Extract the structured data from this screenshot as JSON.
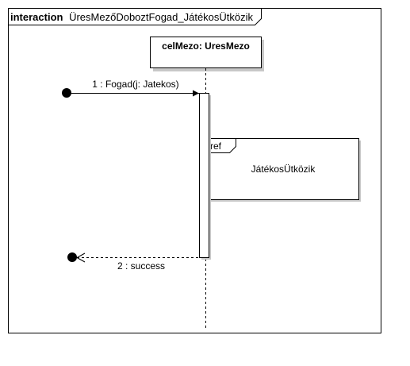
{
  "frame": {
    "keyword": "interaction",
    "name": "ÜresMezőDoboztFogad_JátékosÜtközik"
  },
  "lifeline": {
    "label": "celMezo: UresMezo"
  },
  "messages": [
    {
      "label": "1 : Fogad(j: Jatekos)",
      "kind": "found-sync"
    },
    {
      "label": "2 : success",
      "kind": "lost-return"
    }
  ],
  "interaction_use": {
    "tag": "ref",
    "name": "JátékosÜtközik"
  },
  "colors": {
    "line": "#000000",
    "box_fill": "#ffffff",
    "shadow": "#c8c8c8"
  }
}
